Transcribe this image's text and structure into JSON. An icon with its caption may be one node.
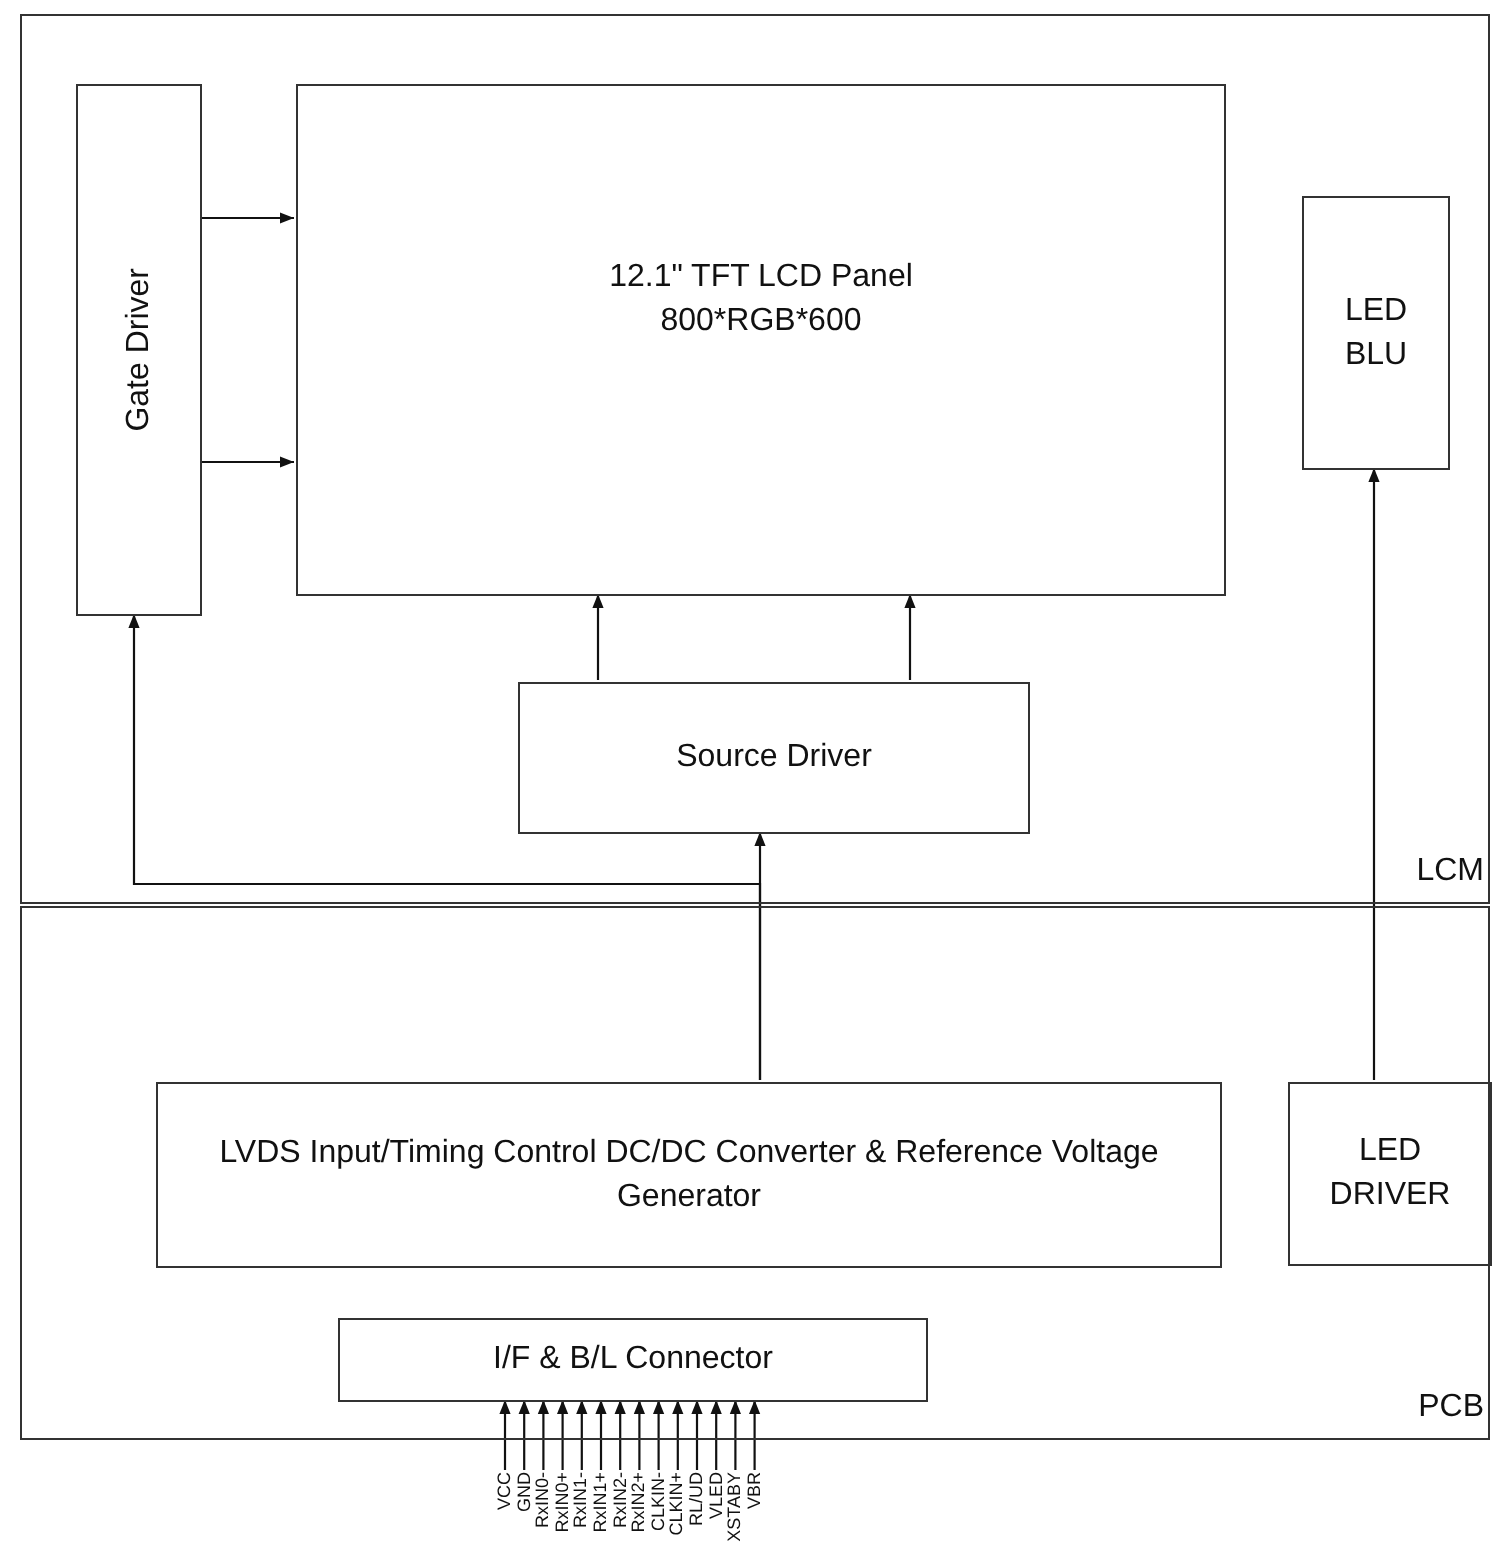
{
  "diagram": {
    "nodes": [
      {
        "text": [
          "LCM"
        ]
      },
      {
        "text": [
          "Gate Driver"
        ],
        "in": 0
      },
      {
        "text": [
          "12.1\" TFT LCD Panel",
          "800*RGB*600"
        ],
        "in": 0
      },
      {
        "text": [
          "LED BLU"
        ],
        "in": 0
      },
      {
        "text": [
          "Source Driver"
        ],
        "in": 0
      },
      {
        "text": [
          "PCB"
        ]
      },
      {
        "text": [
          "LVDS Input/Timing Control DC/DC Converter & Reference Voltage Generator"
        ],
        "in": 5
      },
      {
        "text": [
          "LED DRIVER"
        ],
        "in": 5
      },
      {
        "text": [
          "I/F & B/L Connector"
        ],
        "in": 5
      }
    ],
    "edges": [
      {
        "from": 1,
        "to": 2,
        "arrow": "to"
      },
      {
        "from": 1,
        "to": 2,
        "arrow": "to"
      },
      {
        "from": 4,
        "to": 2,
        "arrow": "to"
      },
      {
        "from": 4,
        "to": 2,
        "arrow": "to"
      },
      {
        "from": 6,
        "to": 4,
        "arrow": "to"
      },
      {
        "from": 6,
        "to": 1,
        "arrow": "to"
      },
      {
        "from": 7,
        "to": 3,
        "arrow": "to"
      },
      {
        "from": null,
        "to": 8,
        "arrow": "to",
        "label": "VCC"
      },
      {
        "from": null,
        "to": 8,
        "arrow": "to",
        "label": "GND"
      },
      {
        "from": null,
        "to": 8,
        "arrow": "to",
        "label": "RxIN0-"
      },
      {
        "from": null,
        "to": 8,
        "arrow": "to",
        "label": "RxIN0+"
      },
      {
        "from": null,
        "to": 8,
        "arrow": "to",
        "label": "RxIN1-"
      },
      {
        "from": null,
        "to": 8,
        "arrow": "to",
        "label": "RxIN1+"
      },
      {
        "from": null,
        "to": 8,
        "arrow": "to",
        "label": "RxIN2-"
      },
      {
        "from": null,
        "to": 8,
        "arrow": "to",
        "label": "RxIN2+"
      },
      {
        "from": null,
        "to": 8,
        "arrow": "to",
        "label": "CLKIN-"
      },
      {
        "from": null,
        "to": 8,
        "arrow": "to",
        "label": "CLKIN+"
      },
      {
        "from": null,
        "to": 8,
        "arrow": "to",
        "label": "RL/UD"
      },
      {
        "from": null,
        "to": 8,
        "arrow": "to",
        "label": "VLED"
      },
      {
        "from": null,
        "to": 8,
        "arrow": "to",
        "label": "XSTABY"
      },
      {
        "from": null,
        "to": 8,
        "arrow": "to",
        "label": "VBR"
      }
    ]
  }
}
